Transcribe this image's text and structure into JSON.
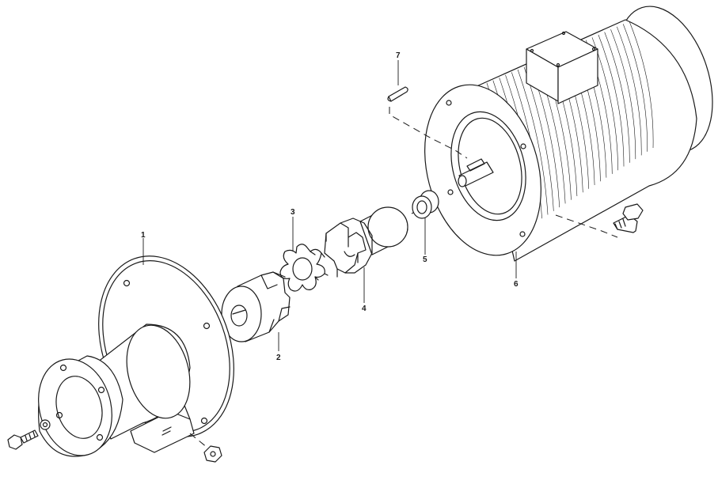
{
  "callouts": [
    {
      "id": "1",
      "text": "1"
    },
    {
      "id": "2",
      "text": "2"
    },
    {
      "id": "3",
      "text": "3"
    },
    {
      "id": "4",
      "text": "4"
    },
    {
      "id": "5",
      "text": "5"
    },
    {
      "id": "6",
      "text": "6"
    },
    {
      "id": "7",
      "text": "7"
    }
  ],
  "parts": [
    {
      "callout": "1",
      "icon": "bell-housing-adapter-icon"
    },
    {
      "callout": "2",
      "icon": "pump-coupling-hub-icon"
    },
    {
      "callout": "3",
      "icon": "spider-insert-icon"
    },
    {
      "callout": "4",
      "icon": "motor-coupling-hub-icon"
    },
    {
      "callout": "5",
      "icon": "spacer-ring-icon"
    },
    {
      "callout": "6",
      "icon": "electric-motor-icon"
    },
    {
      "callout": "7",
      "icon": "shaft-key-icon"
    }
  ],
  "colors": {
    "line": "#1a1a1a",
    "background": "#ffffff"
  }
}
